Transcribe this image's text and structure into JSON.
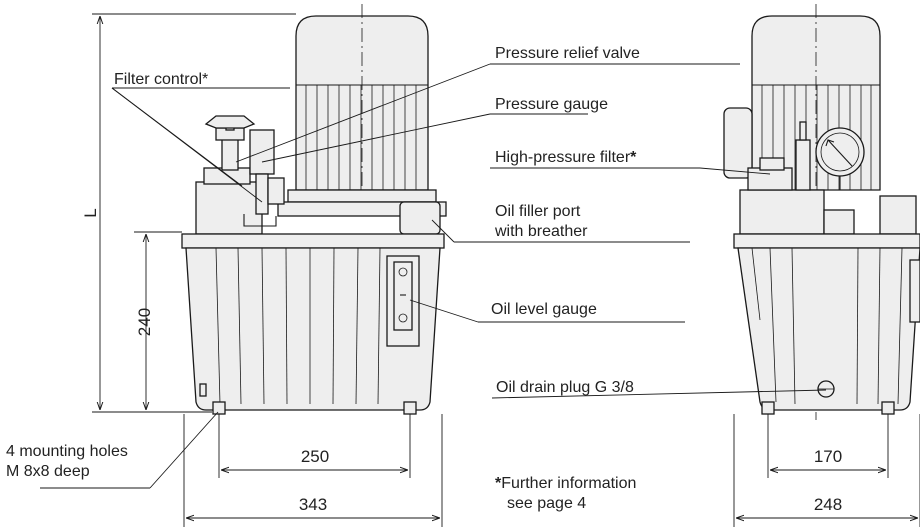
{
  "callouts": {
    "filter_control": "Filter control*",
    "pressure_relief_valve": "Pressure relief valve",
    "pressure_gauge": "Pressure gauge",
    "high_pressure_filter": "High-pressure filter",
    "high_pressure_filter_star": "*",
    "oil_filler_port_line1": "Oil filler port",
    "oil_filler_port_line2": "with breather",
    "oil_level_gauge": "Oil level gauge",
    "oil_drain_plug": "Oil drain plug G 3/8",
    "mounting_holes_line1": "4 mounting holes",
    "mounting_holes_line2": "M 8x8 deep"
  },
  "dimensions": {
    "overall_length": "L",
    "tank_height": "240",
    "front_hole_spacing": "250",
    "front_width": "343",
    "side_hole_spacing": "170",
    "side_width": "248"
  },
  "footnote": {
    "star": "*",
    "line1": "Further information",
    "line2": "see page 4"
  }
}
